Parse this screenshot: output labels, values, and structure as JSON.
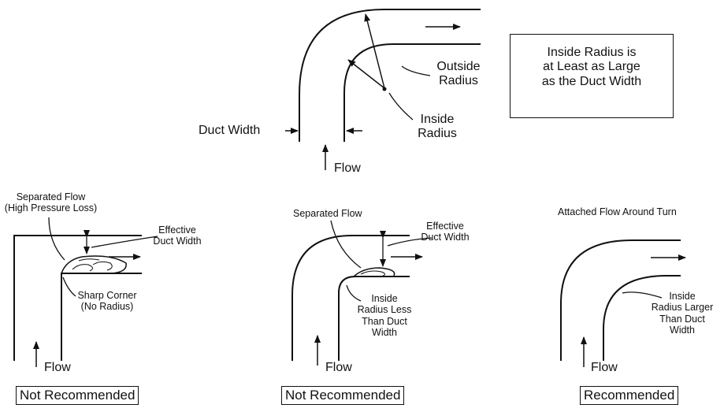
{
  "top": {
    "note": [
      "Inside Radius is",
      "at Least  as Large",
      "as the Duct Width"
    ],
    "outside_radius": [
      "Outside",
      "Radius"
    ],
    "inside_radius": [
      "Inside",
      "Radius"
    ],
    "duct_width": "Duct Width",
    "flow": "Flow"
  },
  "panel1": {
    "separated": [
      "Separated Flow",
      "(High Pressure Loss)"
    ],
    "effective": [
      "Effective",
      "Duct Width"
    ],
    "corner": [
      "Sharp Corner",
      "(No Radius)"
    ],
    "flow": "Flow",
    "verdict": "Not Recommended"
  },
  "panel2": {
    "separated": "Separated Flow",
    "effective": [
      "Effective",
      "Duct Width"
    ],
    "inside": [
      "Inside",
      "Radius Less",
      "Than Duct",
      "Width"
    ],
    "flow": "Flow",
    "verdict": "Not Recommended"
  },
  "panel3": {
    "attached": "Attached Flow Around Turn",
    "inside": [
      "Inside",
      "Radius Larger",
      "Than Duct",
      "Width"
    ],
    "flow": "Flow",
    "verdict": "Recommended"
  }
}
